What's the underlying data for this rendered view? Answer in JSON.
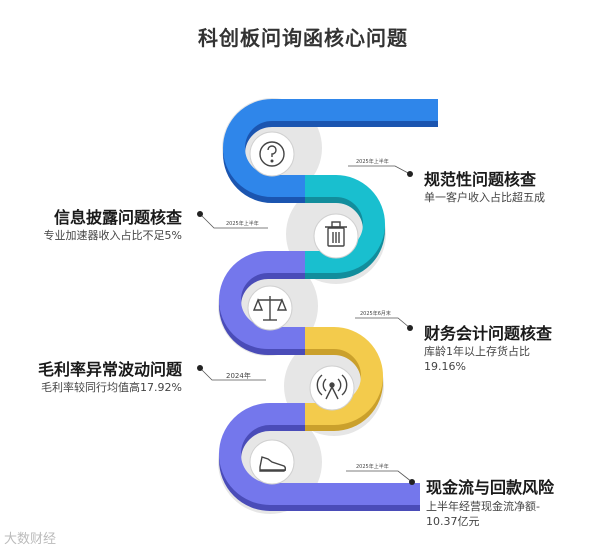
{
  "title": "科创板问询函核心问题",
  "items": [
    {
      "label": "规范性问题核查",
      "desc": [
        "单一客户收入占比超五成"
      ],
      "date": "2025年上半年",
      "icon": "question-icon",
      "color": "#2f7fe6"
    },
    {
      "label": "信息披露问题核查",
      "desc": [
        "专业加速器收入占比不足5%"
      ],
      "date": "2025年上半年",
      "icon": "trash-can-icon",
      "color": "#18b8c9"
    },
    {
      "label": "财务会计问题核查",
      "desc": [
        "库龄1年以上存货占比",
        "19.16%"
      ],
      "date": "2025年6月末",
      "icon": "balance-scale-icon",
      "color": "#6f72e8"
    },
    {
      "label": "毛利率异常波动问题",
      "desc": [
        "毛利率较同行均值高17.92%"
      ],
      "date": "2024年",
      "icon": "signal-tower-icon",
      "color": "#f3c94a"
    },
    {
      "label": "现金流与回款风险",
      "desc": [
        "上半年经营现金流净额-",
        "10.37亿元"
      ],
      "date": "2025年上半年",
      "icon": "running-shoe-icon",
      "color": "#6f72e8"
    }
  ],
  "watermark": "大数财经"
}
